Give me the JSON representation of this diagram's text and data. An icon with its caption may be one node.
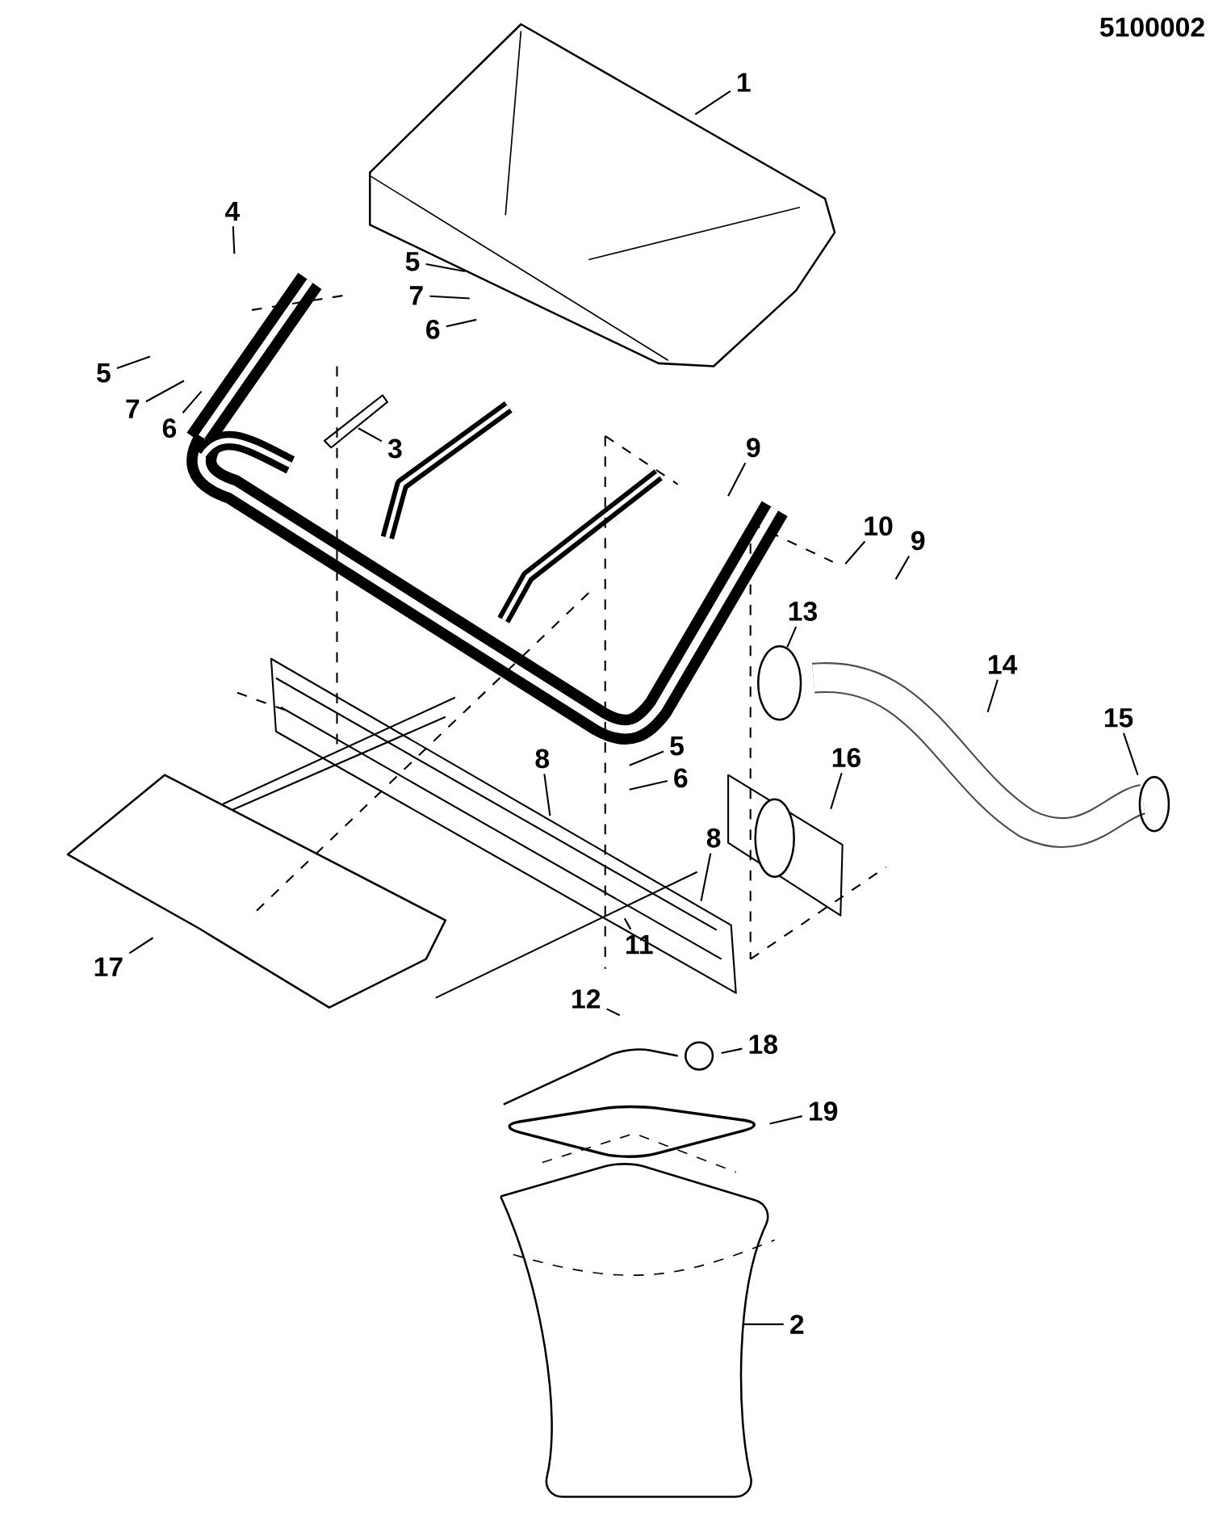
{
  "diagram": {
    "nodes": [
      {
        "text": [
          "1"
        ]
      },
      {
        "text": [
          "4"
        ]
      },
      {
        "text": [
          "5"
        ]
      },
      {
        "text": [
          "7"
        ]
      },
      {
        "text": [
          "6"
        ]
      },
      {
        "text": [
          "5"
        ]
      },
      {
        "text": [
          "7"
        ]
      },
      {
        "text": [
          "6"
        ]
      },
      {
        "text": [
          "9"
        ]
      },
      {
        "text": [
          "3"
        ]
      },
      {
        "text": [
          "10"
        ]
      },
      {
        "text": [
          "9"
        ]
      },
      {
        "text": [
          "13"
        ]
      },
      {
        "text": [
          "14"
        ]
      },
      {
        "text": [
          "15"
        ]
      },
      {
        "text": [
          "5"
        ]
      },
      {
        "text": [
          "16"
        ]
      },
      {
        "text": [
          "8"
        ]
      },
      {
        "text": [
          "6"
        ]
      },
      {
        "text": [
          "8"
        ]
      },
      {
        "text": [
          "11"
        ]
      },
      {
        "text": [
          "17"
        ]
      },
      {
        "text": [
          "12"
        ]
      },
      {
        "text": [
          "18"
        ]
      },
      {
        "text": [
          "19"
        ]
      },
      {
        "text": [
          "2"
        ]
      }
    ],
    "edges": [
      {
        "from": 0,
        "to": null,
        "arrow": "none"
      },
      {
        "from": 1,
        "to": null,
        "arrow": "none"
      },
      {
        "from": 2,
        "to": null,
        "arrow": "none"
      },
      {
        "from": 3,
        "to": null,
        "arrow": "none"
      },
      {
        "from": 4,
        "to": null,
        "arrow": "none"
      },
      {
        "from": 5,
        "to": null,
        "arrow": "none"
      },
      {
        "from": 6,
        "to": null,
        "arrow": "none"
      },
      {
        "from": 7,
        "to": null,
        "arrow": "none"
      },
      {
        "from": 8,
        "to": null,
        "arrow": "none"
      },
      {
        "from": 9,
        "to": null,
        "arrow": "none"
      },
      {
        "from": 10,
        "to": null,
        "arrow": "none"
      },
      {
        "from": 11,
        "to": null,
        "arrow": "none"
      },
      {
        "from": 12,
        "to": null,
        "arrow": "none"
      },
      {
        "from": 13,
        "to": null,
        "arrow": "none"
      },
      {
        "from": 14,
        "to": null,
        "arrow": "none"
      },
      {
        "from": 15,
        "to": null,
        "arrow": "none"
      },
      {
        "from": 16,
        "to": null,
        "arrow": "none"
      },
      {
        "from": 17,
        "to": null,
        "arrow": "none"
      },
      {
        "from": 18,
        "to": null,
        "arrow": "none"
      },
      {
        "from": 19,
        "to": null,
        "arrow": "none"
      },
      {
        "from": 20,
        "to": null,
        "arrow": "none"
      },
      {
        "from": 21,
        "to": null,
        "arrow": "none"
      },
      {
        "from": 22,
        "to": null,
        "arrow": "none"
      },
      {
        "from": 23,
        "to": null,
        "arrow": "none"
      },
      {
        "from": 24,
        "to": null,
        "arrow": "none"
      },
      {
        "from": 25,
        "to": null,
        "arrow": "none"
      }
    ],
    "labels": [
      "5100002"
    ]
  }
}
